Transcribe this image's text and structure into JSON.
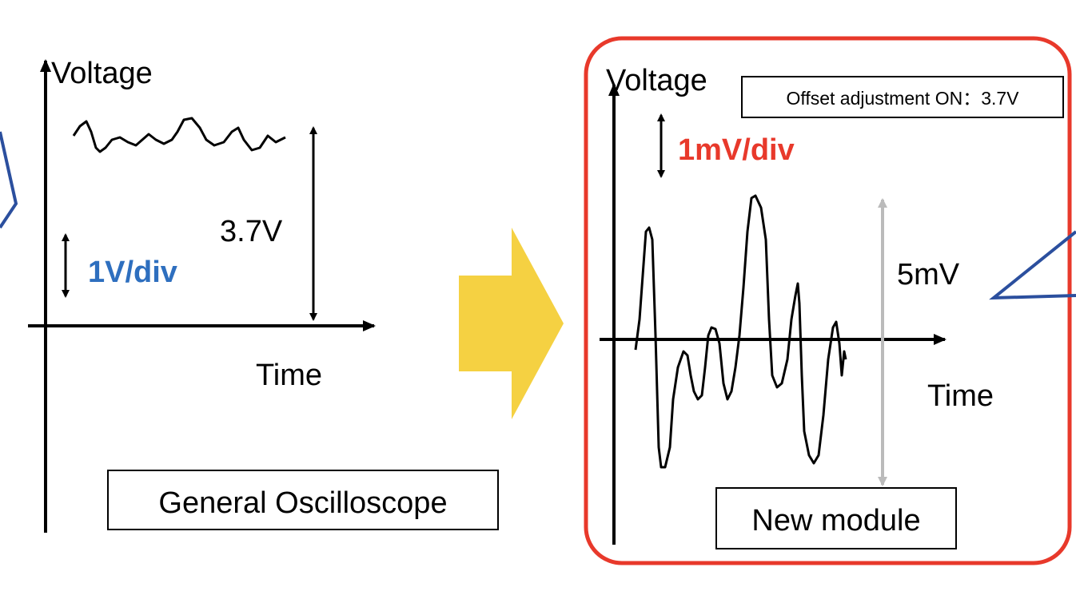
{
  "left_panel": {
    "y_axis_label": "Voltage",
    "x_axis_label": "Time",
    "scale_label": "1V/div",
    "offset_label": "3.7V",
    "caption": "General Oscilloscope"
  },
  "right_panel": {
    "y_axis_label": "Voltage",
    "x_axis_label": "Time",
    "scale_label": "1mV/div",
    "amplitude_label": "5mV",
    "offset_note": "Offset adjustment ON：3.7V",
    "caption": "New module"
  },
  "colors": {
    "blue": "#2e6fbf",
    "red": "#e8392b",
    "yellow": "#f5d142",
    "grey": "#bbbbbb",
    "callout": "#2b4f9e"
  }
}
